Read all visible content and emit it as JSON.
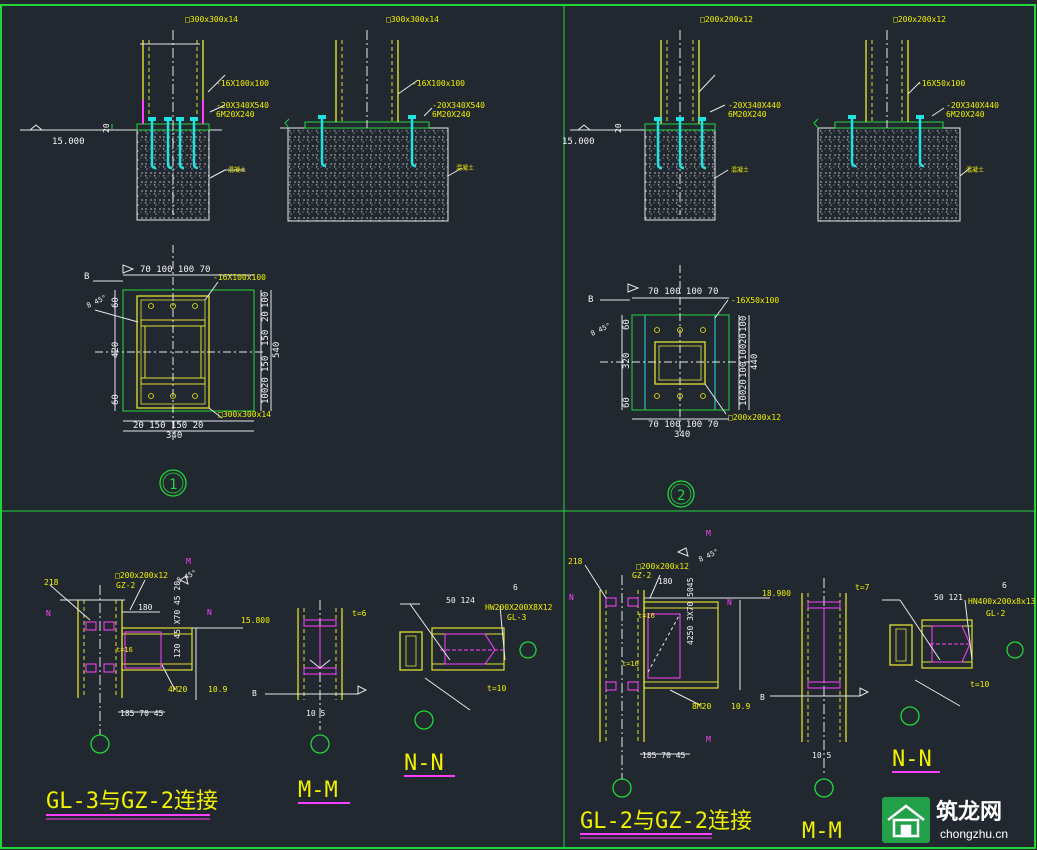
{
  "colors": {
    "background": "#212830",
    "frame": "#22d63a",
    "steel": "#e0e030",
    "bolt": "#23e1e1",
    "embed": "#ff40ff",
    "text": "#f4f4f4",
    "hatch": "#d8d8d8",
    "accent_yellow": "#f0f000",
    "magenta": "#ff40ff",
    "watermark_bg": "#23a04a"
  },
  "panel1": {
    "left_col_label": "□300x300x14",
    "right_col_label": "□300x300x14",
    "stiffener": "-16X100x100",
    "base_plate": "-20X340X540",
    "anchor_bolts": "6M20X240",
    "grout": "20",
    "elevation": "15.000",
    "pedestal_note": "混凝土",
    "plan_top_dims": "70 100 100 70",
    "plan_bot_dims": "20 150 150 20",
    "plan_total_w": "340",
    "plan_left_dims": [
      "60",
      "420",
      "60"
    ],
    "plan_right_dims": [
      "100",
      "20",
      "150",
      "150",
      "20",
      "100"
    ],
    "plan_total_h": "540",
    "plan_stiffener": "-16X100x100",
    "plan_column": "□300x300x14",
    "plan_section_mark": "B",
    "plan_weld": "8 45°",
    "detail_no": "1"
  },
  "panel2": {
    "left_col_label": "□200x200x12",
    "right_col_label": "□200x200x12",
    "stiffener": "-16X50x100",
    "base_plate": "-20X340X440",
    "anchor_bolts": "6M20X240",
    "grout": "20",
    "elevation": "15.000",
    "pedestal_note": "混凝土",
    "plan_top_dims": "70 100 100 70",
    "plan_bot_dims": "70 100 100 70",
    "plan_total_w": "340",
    "plan_left_dims": [
      "60",
      "320",
      "60"
    ],
    "plan_right_dims": [
      "100",
      "20",
      "100",
      "100",
      "20",
      "100"
    ],
    "plan_total_h": "440",
    "plan_stiffener": "-16X50x100",
    "plan_column": "□200x200x12",
    "plan_section_mark": "B",
    "plan_weld": "8 45°",
    "detail_no": "2"
  },
  "panel3": {
    "title": "GL-3与GZ-2连接",
    "section_m": "M-M",
    "section_n": "N-N",
    "column_label": "□200x200x12",
    "column_id": "GZ-2",
    "beam_id": "GL-3",
    "beam_label": "HW200X200X8X12",
    "elevation": "15.800",
    "bolts": "4M20",
    "bolt_grade": "10.9",
    "plate_thick": "t=16",
    "plate_thick2": "t=10",
    "m_thick": "t=6",
    "dims_bottom": "185 70 45",
    "dims_top": "180",
    "dims_right": "120 45 X70 45 20",
    "n_dims": "50 124",
    "m_dim": "10 5",
    "weld_size": "6",
    "angle": "8 45°",
    "ref_218": "218",
    "mark_m": "M",
    "mark_n": "N",
    "mark_b": "B"
  },
  "panel4": {
    "title": "GL-2与GZ-2连接",
    "section_m": "M-M",
    "section_n": "N-N",
    "column_label": "□200x200x12",
    "column_id": "GZ-2",
    "beam_id": "GL-2",
    "beam_label": "HN400x200x8x13",
    "elevation": "18.900",
    "bolts": "8M20",
    "bolt_grade": "10.9",
    "plate_thick": "t=16",
    "plate_thick2": "t=10",
    "m_thick": "t=7",
    "dims_bottom": "185 70 45",
    "dims_top": "180",
    "dims_right": "4250 3X70 5045",
    "n_dims": "50 121",
    "m_dim": "10 5",
    "weld_size": "6",
    "angle": "8 45°",
    "ref_218": "218",
    "mark_m": "M",
    "mark_n": "N",
    "mark_b": "B"
  },
  "watermark": {
    "name": "筑龙网",
    "url": "chongzhu.cn",
    "icon": "house-icon"
  }
}
